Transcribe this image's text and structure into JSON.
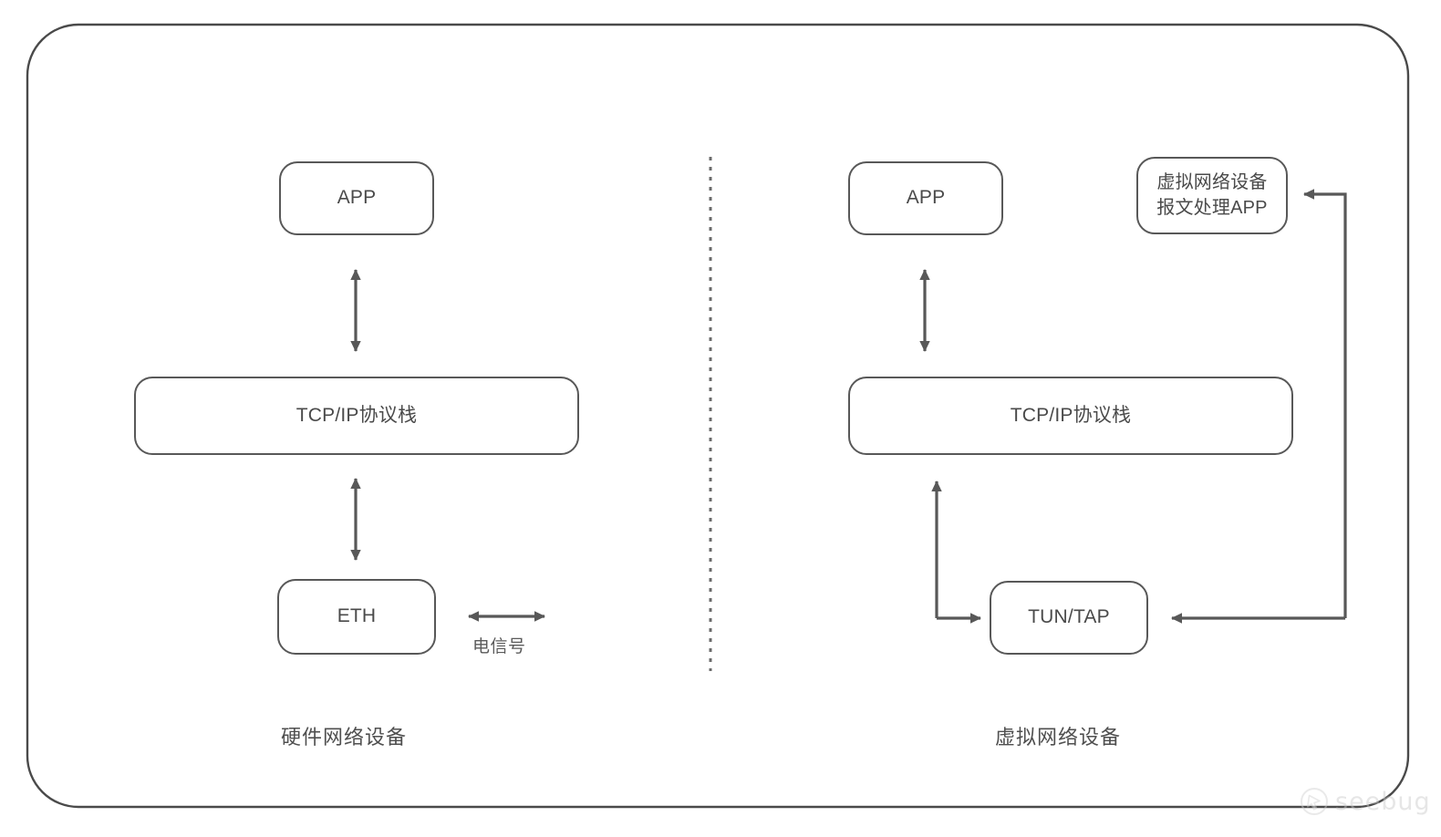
{
  "diagram": {
    "title_hardware_caption": "硬件网络设备",
    "title_virtual_caption": "虚拟网络设备",
    "stroke_color": "#585858",
    "text_color": "#4a4a4a",
    "divider_color": "#6b6b6b",
    "background_color": "#ffffff"
  },
  "hardware_side": {
    "caption": "硬件网络设备",
    "nodes": {
      "app": "APP",
      "stack": "TCP/IP协议栈",
      "eth": "ETH"
    },
    "edge_labels": {
      "signal": "电信号"
    }
  },
  "virtual_side": {
    "caption": "虚拟网络设备",
    "nodes": {
      "app": "APP",
      "stack": "TCP/IP协议栈",
      "tuntap": "TUN/TAP",
      "handler_line1": "虚拟网络设备",
      "handler_line2": "报文处理APP"
    }
  },
  "watermark": {
    "text": "seebug"
  }
}
